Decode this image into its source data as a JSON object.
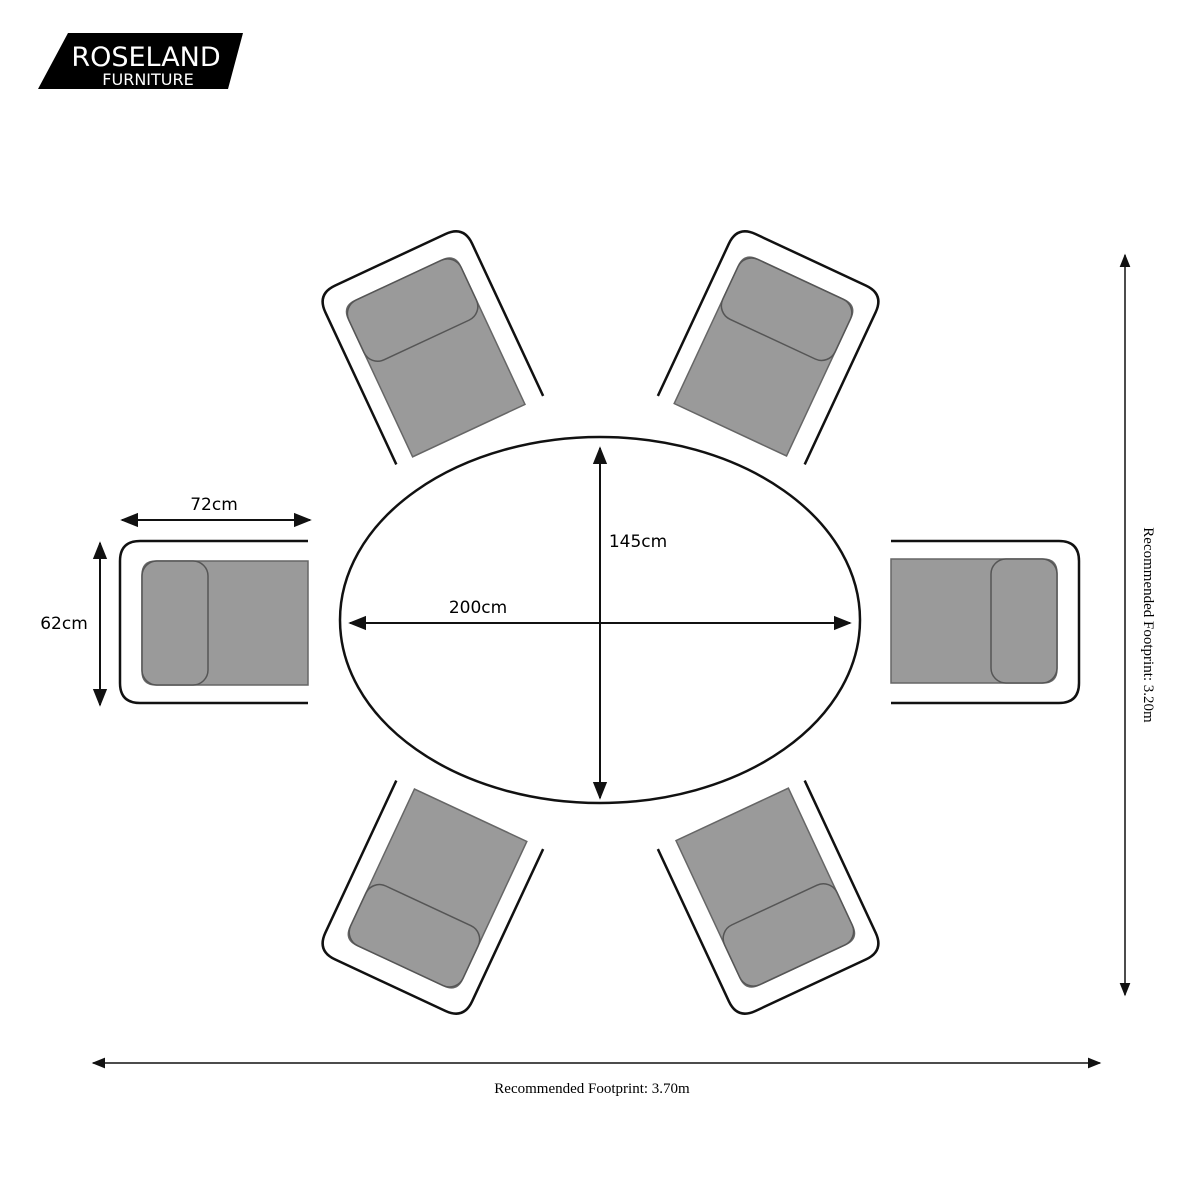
{
  "logo": {
    "line1": "ROSELAND",
    "line2": "FURNITURE"
  },
  "table": {
    "length_label": "200cm",
    "width_label": "145cm"
  },
  "chair": {
    "width_label": "72cm",
    "depth_label": "62cm",
    "count": 6
  },
  "footprint": {
    "horizontal_label": "Recommended Footprint: 3.70m",
    "vertical_label": "Recommended Footprint: 3.20m"
  },
  "colors": {
    "cushion": "#9a9a9a",
    "line": "#111111",
    "logo_bg": "#000000"
  }
}
